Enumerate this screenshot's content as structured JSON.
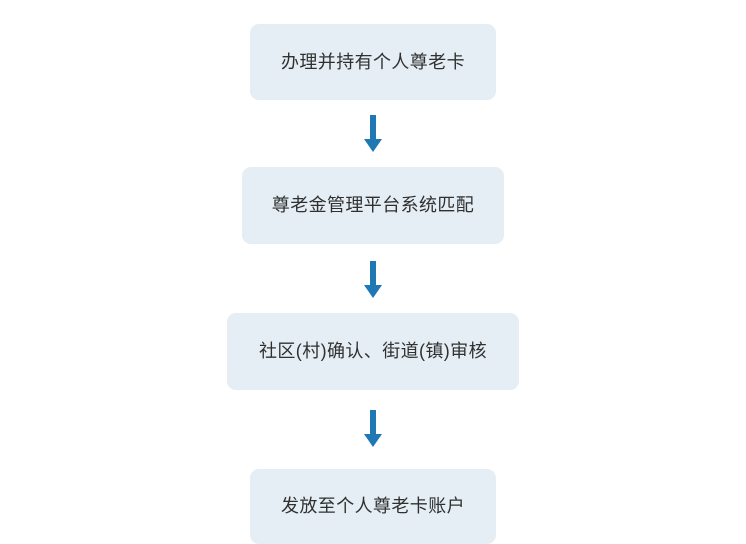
{
  "diagram": {
    "type": "vertical-flowchart",
    "orientation": "top-to-bottom",
    "background_color": "#ffffff",
    "node_fill_color": "#e4eef4",
    "node_text_color": "#303030",
    "arrow_color": "#1f77b4",
    "node_count": 4,
    "connector_count": 3,
    "nodes": [
      {
        "id": "step-1",
        "label": "办理并持有个人尊老卡"
      },
      {
        "id": "step-2",
        "label": "尊老金管理平台系统匹配"
      },
      {
        "id": "step-3",
        "label": "社区(村)确认、街道(镇)审核"
      },
      {
        "id": "step-4",
        "label": "发放至个人尊老卡账户"
      }
    ],
    "connectors": [
      {
        "id": "arrow-1",
        "from": "step-1",
        "to": "step-2",
        "icon": "arrow-down-icon"
      },
      {
        "id": "arrow-2",
        "from": "step-2",
        "to": "step-3",
        "icon": "arrow-down-icon"
      },
      {
        "id": "arrow-3",
        "from": "step-3",
        "to": "step-4",
        "icon": "arrow-down-icon"
      }
    ]
  }
}
